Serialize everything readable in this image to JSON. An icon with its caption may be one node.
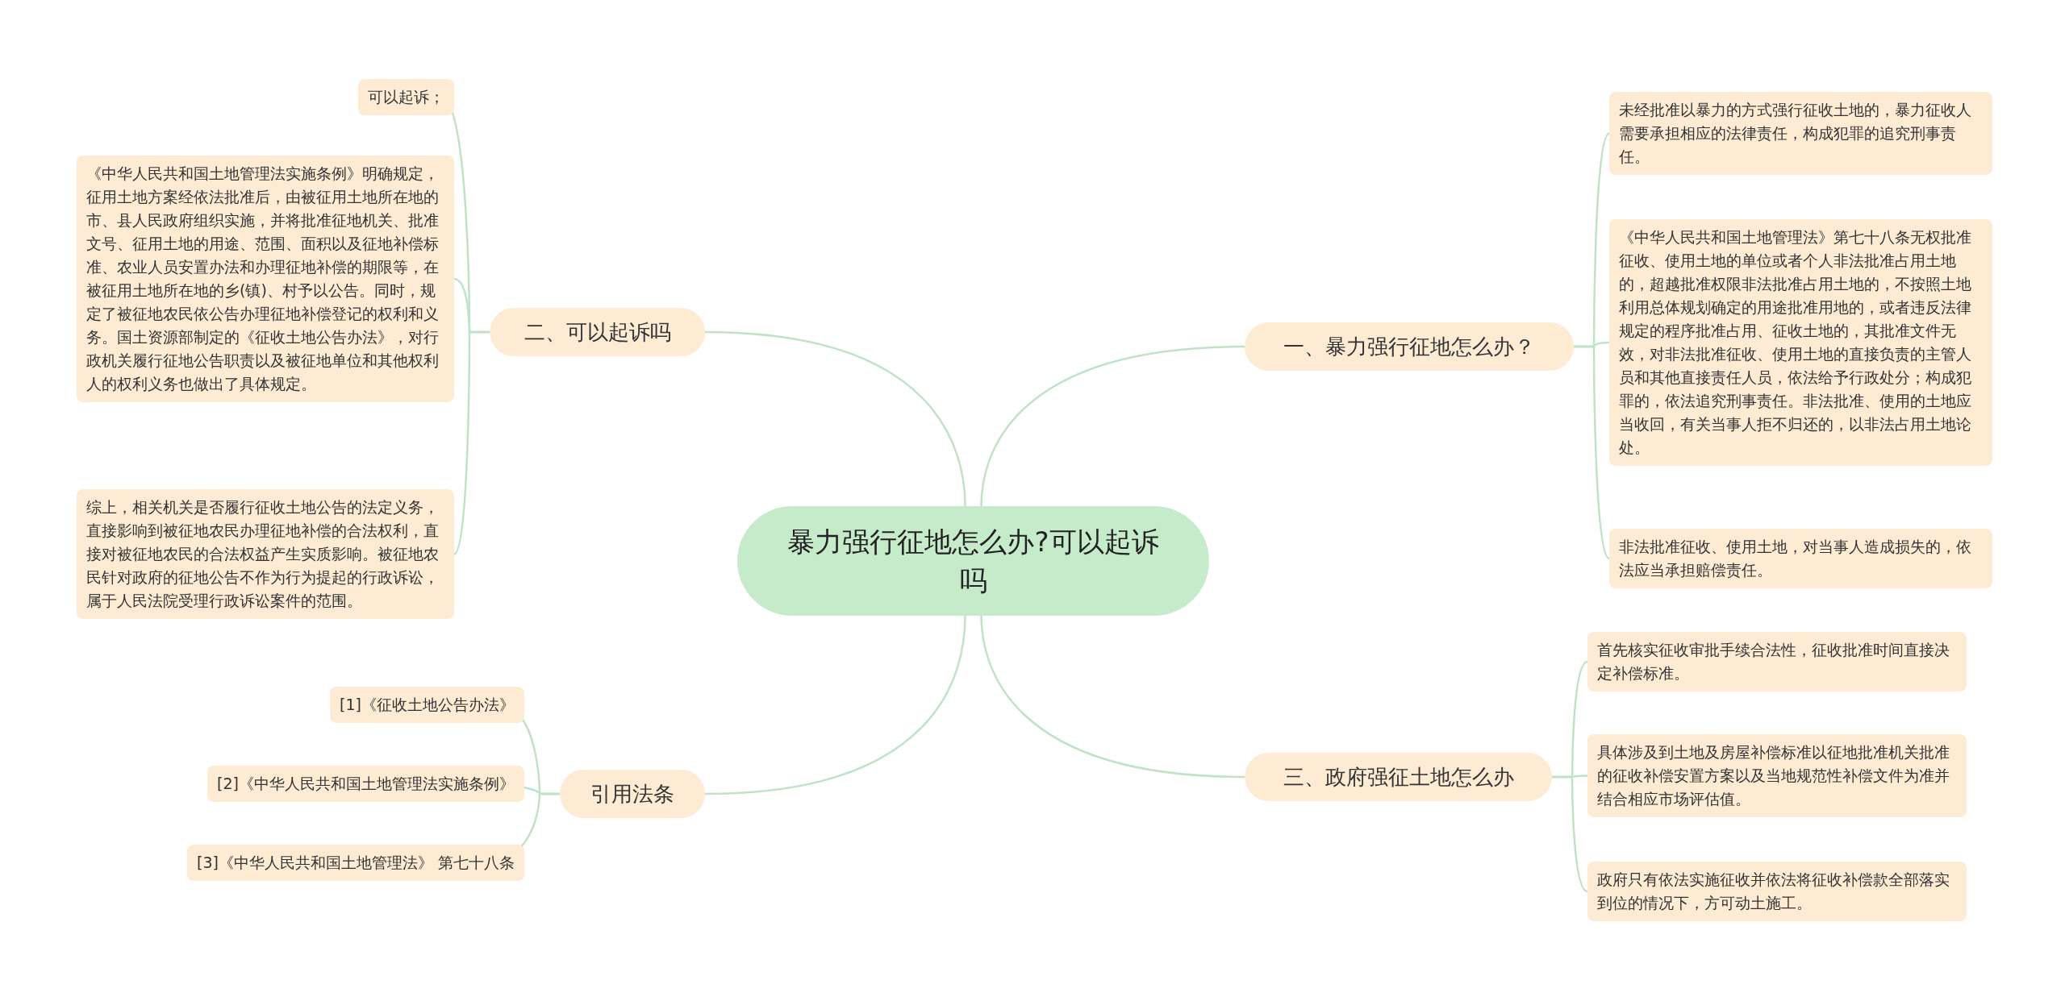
{
  "diagram": {
    "nodes": [
      {
        "text": [
          "暴力强行征地怎么办?可以起诉吗"
        ]
      },
      {
        "text": [
          "二、可以起诉吗"
        ]
      },
      {
        "text": [
          "可以起诉；"
        ]
      },
      {
        "text": [
          "《中华人民共和国土地管理法实施条例》明确规定，征用土地方案经依法批准后，由被征用土地所在地的市、县人民政府组织实施，并将批准征地机关、批准文号、征用土地的用途、范围、面积以及征地补偿标准、农业人员安置办法和办理征地补偿的期限等，在被征用土地所在地的乡(镇)、村予以公告。同时，规定了被征地农民依公告办理征地补偿登记的权利和义务。国土资源部制定的《征收土地公告办法》，对行政机关履行征地公告职责以及被征地单位和其他权利人的权利义务也做出了具体规定。"
        ]
      },
      {
        "text": [
          "综上，相关机关是否履行征收土地公告的法定义务，直接影响到被征地农民办理征地补偿的合法权利，直接对被征地农民的合法权益产生实质影响。被征地农民针对政府的征地公告不作为行为提起的行政诉讼，属于人民法院受理行政诉讼案件的范围。"
        ]
      },
      {
        "text": [
          "引用法条"
        ]
      },
      {
        "text": [
          "[1]《征收土地公告办法》"
        ]
      },
      {
        "text": [
          "[2]《中华人民共和国土地管理法实施条例》"
        ]
      },
      {
        "text": [
          "[3]《中华人民共和国土地管理法》 第七十八条"
        ]
      },
      {
        "text": [
          "一、暴力强行征地怎么办？"
        ]
      },
      {
        "text": [
          "未经批准以暴力的方式强行征收土地的，暴力征收人需要承担相应的法律责任，构成犯罪的追究刑事责任。"
        ]
      },
      {
        "text": [
          "《中华人民共和国土地管理法》第七十八条无权批准征收、使用土地的单位或者个人非法批准占用土地的，超越批准权限非法批准占用土地的，不按照土地利用总体规划确定的用途批准用地的，或者违反法律规定的程序批准占用、征收土地的，其批准文件无效，对非法批准征收、使用土地的直接负责的主管人员和其他直接责任人员，依法给予行政处分；构成犯罪的，依法追究刑事责任。非法批准、使用的土地应当收回，有关当事人拒不归还的，以非法占用土地论处。"
        ]
      },
      {
        "text": [
          "非法批准征收、使用土地，对当事人造成损失的，依法应当承担赔偿责任。"
        ]
      },
      {
        "text": [
          "三、政府强征土地怎么办"
        ]
      },
      {
        "text": [
          "首先核实征收审批手续合法性，征收批准时间直接决定补偿标准。"
        ]
      },
      {
        "text": [
          "具体涉及到土地及房屋补偿标准以征地批准机关批准的征收补偿安置方案以及当地规范性补偿文件为准并结合相应市场评估值。"
        ]
      },
      {
        "text": [
          "政府只有依法实施征收并依法将征收补偿款全部落实到位的情况下，方可动土施工。"
        ]
      }
    ],
    "edges": [
      {
        "from": 0,
        "to": 1,
        "arrow": "none"
      },
      {
        "from": 1,
        "to": 2,
        "arrow": "none"
      },
      {
        "from": 1,
        "to": 3,
        "arrow": "none"
      },
      {
        "from": 1,
        "to": 4,
        "arrow": "none"
      },
      {
        "from": 0,
        "to": 5,
        "arrow": "none"
      },
      {
        "from": 5,
        "to": 6,
        "arrow": "none"
      },
      {
        "from": 5,
        "to": 7,
        "arrow": "none"
      },
      {
        "from": 5,
        "to": 8,
        "arrow": "none"
      },
      {
        "from": 0,
        "to": 9,
        "arrow": "none"
      },
      {
        "from": 9,
        "to": 10,
        "arrow": "none"
      },
      {
        "from": 9,
        "to": 11,
        "arrow": "none"
      },
      {
        "from": 9,
        "to": 12,
        "arrow": "none"
      },
      {
        "from": 0,
        "to": 13,
        "arrow": "none"
      },
      {
        "from": 13,
        "to": 14,
        "arrow": "none"
      },
      {
        "from": 13,
        "to": 15,
        "arrow": "none"
      },
      {
        "from": 13,
        "to": 16,
        "arrow": "none"
      }
    ]
  }
}
